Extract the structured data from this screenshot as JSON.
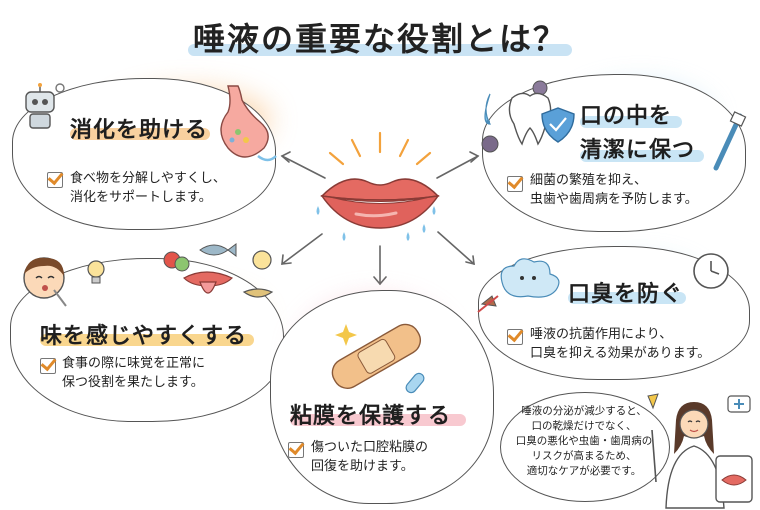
{
  "title": "唾液の重要な役割とは？",
  "sections": [
    {
      "heading": "消化を助ける",
      "desc_line1": "食べ物を分解しやすくし、",
      "desc_line2": "消化をサポートします。"
    },
    {
      "heading_line1": "口の中を",
      "heading_line2": "清潔に保つ",
      "desc_line1": "細菌の繁殖を抑え、",
      "desc_line2": "虫歯や歯周病を予防します。"
    },
    {
      "heading": "味を感じやすくする",
      "desc_line1": "食事の際に味覚を正常に",
      "desc_line2": "保つ役割を果たします。"
    },
    {
      "heading": "粘膜を保護する",
      "desc_line1": "傷ついた口腔粘膜の",
      "desc_line2": "回復を助けます。"
    },
    {
      "heading": "口臭を防ぐ",
      "desc_line1": "唾液の抗菌作用により、",
      "desc_line2": "口臭を抑える効果があります。"
    }
  ],
  "note": {
    "line1": "唾液の分泌が減少すると、",
    "line2": "口の乾燥だけでなく、",
    "line3": "口臭の悪化や虫歯・歯周病の",
    "line4": "リスクが高まるため、",
    "line5": "適切なケアが必要です。"
  },
  "colors": {
    "accent_orange": "#f5a54a",
    "accent_blue": "#c9e3f4",
    "lips": "#e46a62",
    "check": "#e08a2a"
  }
}
